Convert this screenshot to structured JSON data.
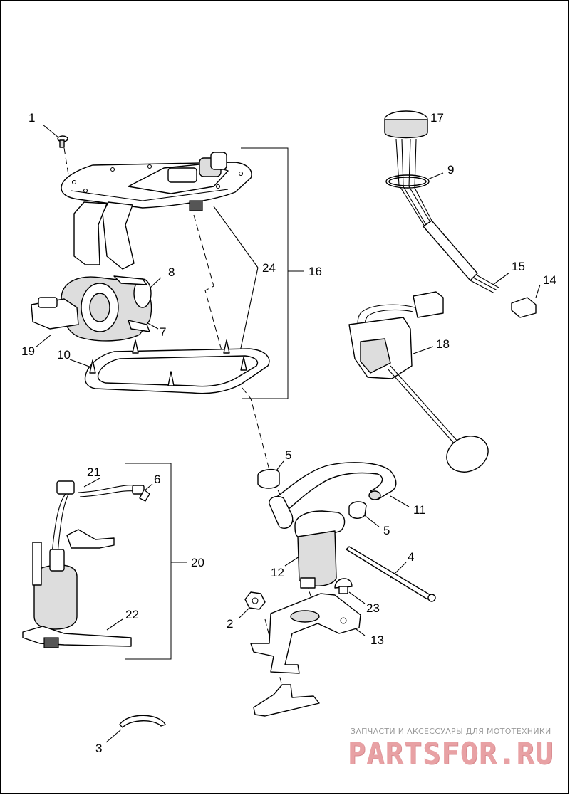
{
  "callouts": {
    "c1": "1",
    "c2": "2",
    "c3": "3",
    "c4": "4",
    "c5a": "5",
    "c5b": "5",
    "c6": "6",
    "c7": "7",
    "c8": "8",
    "c9": "9",
    "c10": "10",
    "c11": "11",
    "c12": "12",
    "c13": "13",
    "c14": "14",
    "c15": "15",
    "c16": "16",
    "c17": "17",
    "c18": "18",
    "c19": "19",
    "c20": "20",
    "c21": "21",
    "c22": "22",
    "c23": "23",
    "c24": "24"
  },
  "watermark": {
    "caption": "ЗАПЧАСТИ И АКСЕССУАРЫ ДЛЯ МОТОТЕХНИКИ",
    "brand": "PARTSFOR.RU"
  },
  "colors": {
    "line": "#000000",
    "background": "#ffffff",
    "watermark_text": "#e8a1a4",
    "watermark_caption": "#9a9a9a"
  }
}
